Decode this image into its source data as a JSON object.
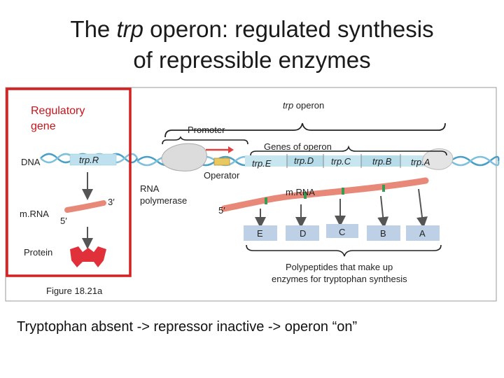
{
  "title": {
    "line1_prefix": "The ",
    "line1_italic": "trp",
    "line1_suffix": " operon: regulated synthesis",
    "line2": "of repressible enzymes"
  },
  "labels": {
    "regulatory_gene_1": "Regulatory",
    "regulatory_gene_2": "gene",
    "trp_operon_italic": "trp",
    "trp_operon_rest": " operon",
    "promoter": "Promoter",
    "genes_of_operon": "Genes of operon",
    "dna": "DNA",
    "trpR": "trp.R",
    "operator": "Operator",
    "trpE": "trp.E",
    "trpD": "trp.D",
    "trpC": "trp.C",
    "trpB": "trp.B",
    "trpA": "trp.A",
    "rna_polymerase_1": "RNA",
    "rna_polymerase_2": "polymerase",
    "mrna_left": "m.RNA",
    "mrna_right": "m.RNA",
    "three_prime": "3′",
    "five_prime_left": "5′",
    "five_prime_right": "5′",
    "protein": "Protein",
    "figure": "Figure 18.21a",
    "polypeptides_1": "Polypeptides that make up",
    "polypeptides_2": "enzymes for tryptophan synthesis",
    "enzyme_E": "E",
    "enzyme_D": "D",
    "enzyme_C": "C",
    "enzyme_B": "B",
    "enzyme_A": "A"
  },
  "caption": "Tryptophan absent -> repressor inactive -> operon “on”",
  "colors": {
    "highlight_box": "#d42020",
    "regulatory_text": "#c8141b",
    "dna_strand": "#4a9fc6",
    "mrna": "#e88878",
    "repressor": "#e0303a",
    "promoter_arrow": "#e04040",
    "operator": "#e8c860",
    "enzyme_box": "#bdd0e6"
  }
}
